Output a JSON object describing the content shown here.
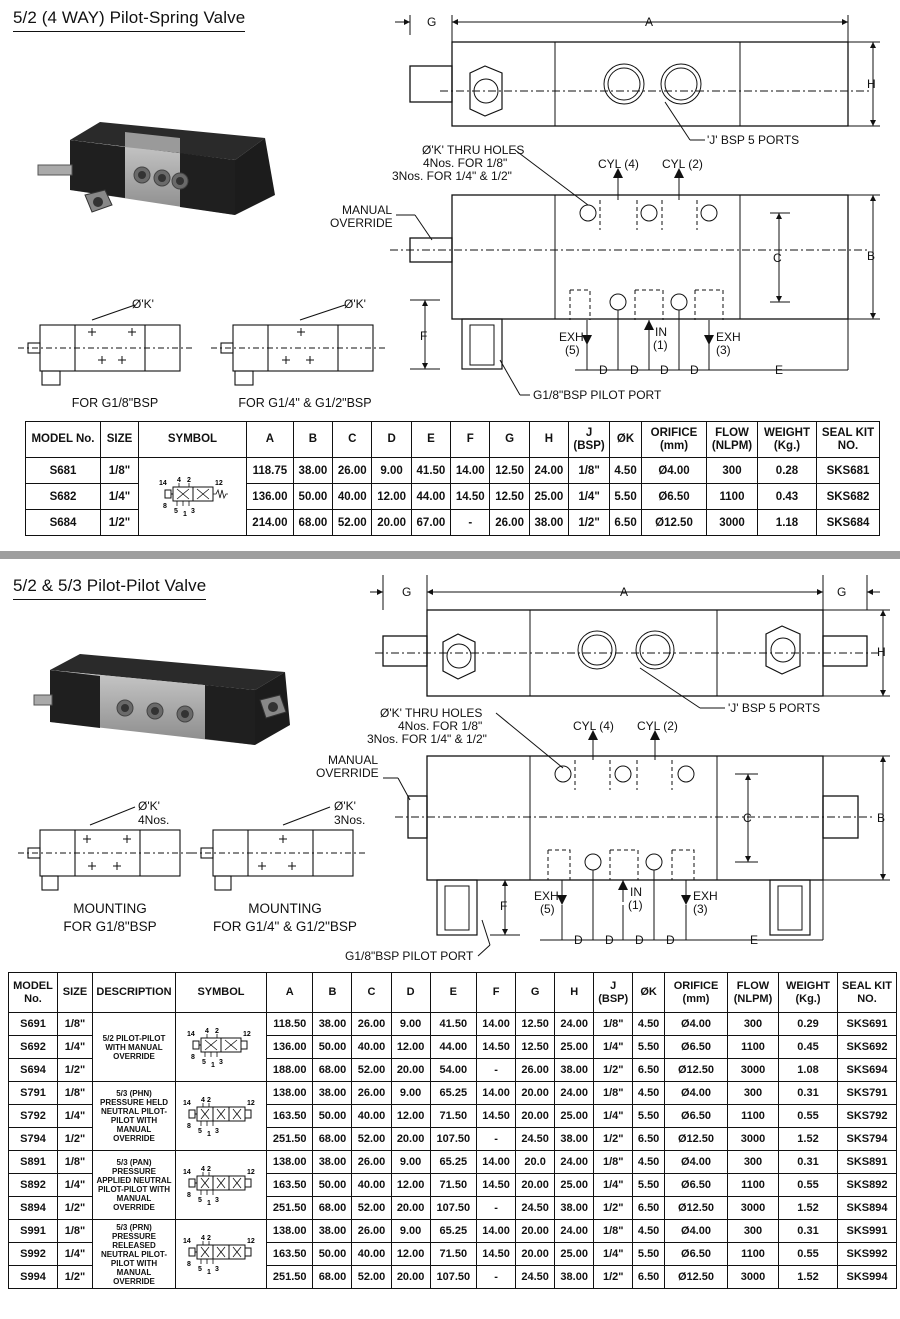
{
  "section1": {
    "title": "5/2 (4 WAY) Pilot-Spring Valve",
    "labels": {
      "A": "A",
      "G": "G",
      "H": "H",
      "B": "B",
      "C": "C",
      "D": "D",
      "E": "E",
      "F": "F",
      "j_ports": "'J' BSP 5 PORTS",
      "k_holes_1": "Ø'K' THRU HOLES",
      "k_holes_2": "4Nos. FOR 1/8\"",
      "k_holes_3": "3Nos. FOR 1/4\" & 1/2\"",
      "cyl4": "CYL (4)",
      "cyl2": "CYL (2)",
      "manual1": "MANUAL",
      "manual2": "OVERRIDE",
      "exh5a": "EXH",
      "exh5b": "(5)",
      "in1a": "IN",
      "in1b": "(1)",
      "exh3a": "EXH",
      "exh3b": "(3)",
      "pilot_port": "G1/8\"BSP PILOT PORT",
      "k_left": "Ø'K'",
      "k_right": "Ø'K'"
    },
    "captions": {
      "left": "FOR G1/8\"BSP",
      "right": "FOR G1/4\" & G1/2\"BSP"
    },
    "symbol_labels": {
      "n14": "14",
      "n4": "4",
      "n2": "2",
      "n12": "12",
      "n8": "8",
      "n5": "5",
      "n3": "3",
      "n1": "1"
    },
    "table": {
      "headers": [
        "MODEL No.",
        "SIZE",
        "SYMBOL",
        "A",
        "B",
        "C",
        "D",
        "E",
        "F",
        "G",
        "H",
        "J (BSP)",
        "ØK",
        "ORIFICE (mm)",
        "FLOW (NLPM)",
        "WEIGHT (Kg.)",
        "SEAL KIT NO."
      ],
      "rows": [
        [
          "S681",
          "1/8\"",
          "118.75",
          "38.00",
          "26.00",
          "9.00",
          "41.50",
          "14.00",
          "12.50",
          "24.00",
          "1/8\"",
          "4.50",
          "Ø4.00",
          "300",
          "0.28",
          "SKS681"
        ],
        [
          "S682",
          "1/4\"",
          "136.00",
          "50.00",
          "40.00",
          "12.00",
          "44.00",
          "14.50",
          "12.50",
          "25.00",
          "1/4\"",
          "5.50",
          "Ø6.50",
          "1100",
          "0.43",
          "SKS682"
        ],
        [
          "S684",
          "1/2\"",
          "214.00",
          "68.00",
          "52.00",
          "20.00",
          "67.00",
          "-",
          "26.00",
          "38.00",
          "1/2\"",
          "6.50",
          "Ø12.50",
          "3000",
          "1.18",
          "SKS684"
        ]
      ]
    }
  },
  "section2": {
    "title": "5/2 & 5/3 Pilot-Pilot Valve",
    "labels": {
      "A": "A",
      "G1": "G",
      "G2": "G",
      "H": "H",
      "B": "B",
      "C": "C",
      "D": "D",
      "E": "E",
      "F": "F",
      "j_ports": "'J' BSP 5 PORTS",
      "k_holes_1": "Ø'K' THRU HOLES",
      "k_holes_2": "4Nos. FOR 1/8\"",
      "k_holes_3": "3Nos. FOR 1/4\" & 1/2\"",
      "cyl4": "CYL (4)",
      "cyl2": "CYL (2)",
      "manual1": "MANUAL",
      "manual2": "OVERRIDE",
      "exh5a": "EXH",
      "exh5b": "(5)",
      "in1a": "IN",
      "in1b": "(1)",
      "exh3a": "EXH",
      "exh3b": "(3)",
      "pilot_port": "G1/8\"BSP PILOT PORT",
      "k_left": "Ø'K'",
      "k_left_n": "4Nos.",
      "k_right": "Ø'K'",
      "k_right_n": "3Nos."
    },
    "captions": {
      "left1": "MOUNTING",
      "left2": "FOR G1/8\"BSP",
      "right1": "MOUNTING",
      "right2": "FOR G1/4\" & G1/2\"BSP"
    },
    "table": {
      "headers": [
        "MODEL No.",
        "SIZE",
        "DESCRIPTION",
        "SYMBOL",
        "A",
        "B",
        "C",
        "D",
        "E",
        "F",
        "G",
        "H",
        "J (BSP)",
        "ØK",
        "ORIFICE (mm)",
        "FLOW (NLPM)",
        "WEIGHT (Kg.)",
        "SEAL KIT NO."
      ],
      "groups": [
        {
          "description": "5/2 PILOT-PILOT WITH MANUAL OVERRIDE",
          "rows": [
            [
              "S691",
              "1/8\"",
              "118.50",
              "38.00",
              "26.00",
              "9.00",
              "41.50",
              "14.00",
              "12.50",
              "24.00",
              "1/8\"",
              "4.50",
              "Ø4.00",
              "300",
              "0.29",
              "SKS691"
            ],
            [
              "S692",
              "1/4\"",
              "136.00",
              "50.00",
              "40.00",
              "12.00",
              "44.00",
              "14.50",
              "12.50",
              "25.00",
              "1/4\"",
              "5.50",
              "Ø6.50",
              "1100",
              "0.45",
              "SKS692"
            ],
            [
              "S694",
              "1/2\"",
              "188.00",
              "68.00",
              "52.00",
              "20.00",
              "54.00",
              "-",
              "26.00",
              "38.00",
              "1/2\"",
              "6.50",
              "Ø12.50",
              "3000",
              "1.08",
              "SKS694"
            ]
          ]
        },
        {
          "description": "5/3 (PHN) PRESSURE HELD NEUTRAL PILOT-PILOT WITH MANUAL OVERRIDE",
          "rows": [
            [
              "S791",
              "1/8\"",
              "138.00",
              "38.00",
              "26.00",
              "9.00",
              "65.25",
              "14.00",
              "20.00",
              "24.00",
              "1/8\"",
              "4.50",
              "Ø4.00",
              "300",
              "0.31",
              "SKS791"
            ],
            [
              "S792",
              "1/4\"",
              "163.50",
              "50.00",
              "40.00",
              "12.00",
              "71.50",
              "14.50",
              "20.00",
              "25.00",
              "1/4\"",
              "5.50",
              "Ø6.50",
              "1100",
              "0.55",
              "SKS792"
            ],
            [
              "S794",
              "1/2\"",
              "251.50",
              "68.00",
              "52.00",
              "20.00",
              "107.50",
              "-",
              "24.50",
              "38.00",
              "1/2\"",
              "6.50",
              "Ø12.50",
              "3000",
              "1.52",
              "SKS794"
            ]
          ]
        },
        {
          "description": "5/3 (PAN) PRESSURE APPLIED NEUTRAL PILOT-PILOT WITH MANUAL OVERRIDE",
          "rows": [
            [
              "S891",
              "1/8\"",
              "138.00",
              "38.00",
              "26.00",
              "9.00",
              "65.25",
              "14.00",
              "20.0",
              "24.00",
              "1/8\"",
              "4.50",
              "Ø4.00",
              "300",
              "0.31",
              "SKS891"
            ],
            [
              "S892",
              "1/4\"",
              "163.50",
              "50.00",
              "40.00",
              "12.00",
              "71.50",
              "14.50",
              "20.00",
              "25.00",
              "1/4\"",
              "5.50",
              "Ø6.50",
              "1100",
              "0.55",
              "SKS892"
            ],
            [
              "S894",
              "1/2\"",
              "251.50",
              "68.00",
              "52.00",
              "20.00",
              "107.50",
              "-",
              "24.50",
              "38.00",
              "1/2\"",
              "6.50",
              "Ø12.50",
              "3000",
              "1.52",
              "SKS894"
            ]
          ]
        },
        {
          "description": "5/3 (PRN) PRESSURE RELEASED NEUTRAL PILOT-PILOT WITH MANUAL OVERRIDE",
          "rows": [
            [
              "S991",
              "1/8\"",
              "138.00",
              "38.00",
              "26.00",
              "9.00",
              "65.25",
              "14.00",
              "20.00",
              "24.00",
              "1/8\"",
              "4.50",
              "Ø4.00",
              "300",
              "0.31",
              "SKS991"
            ],
            [
              "S992",
              "1/4\"",
              "163.50",
              "50.00",
              "40.00",
              "12.00",
              "71.50",
              "14.50",
              "20.00",
              "25.00",
              "1/4\"",
              "5.50",
              "Ø6.50",
              "1100",
              "0.55",
              "SKS992"
            ],
            [
              "S994",
              "1/2\"",
              "251.50",
              "68.00",
              "52.00",
              "20.00",
              "107.50",
              "-",
              "24.50",
              "38.00",
              "1/2\"",
              "6.50",
              "Ø12.50",
              "3000",
              "1.52",
              "SKS994"
            ]
          ]
        }
      ]
    }
  }
}
